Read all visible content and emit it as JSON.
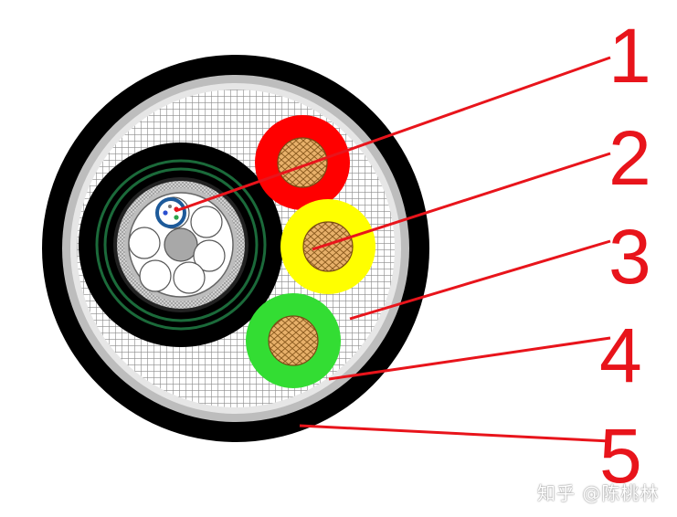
{
  "callouts": [
    {
      "label": "1"
    },
    {
      "label": "2"
    },
    {
      "label": "3"
    },
    {
      "label": "4"
    },
    {
      "label": "5"
    }
  ],
  "watermark": "知乎 @陈桃林",
  "colors": {
    "callout_red": "#e8141b",
    "outer_sheath": "#000000",
    "armor_gray": "#b3b3b3",
    "filler_mesh": "#9a9a9a",
    "red_core": "#ff0000",
    "yellow_core": "#ffff00",
    "green_core": "#33dd33",
    "copper": "#e3a95c",
    "fiber_ring_green": "#1b6a3a"
  }
}
